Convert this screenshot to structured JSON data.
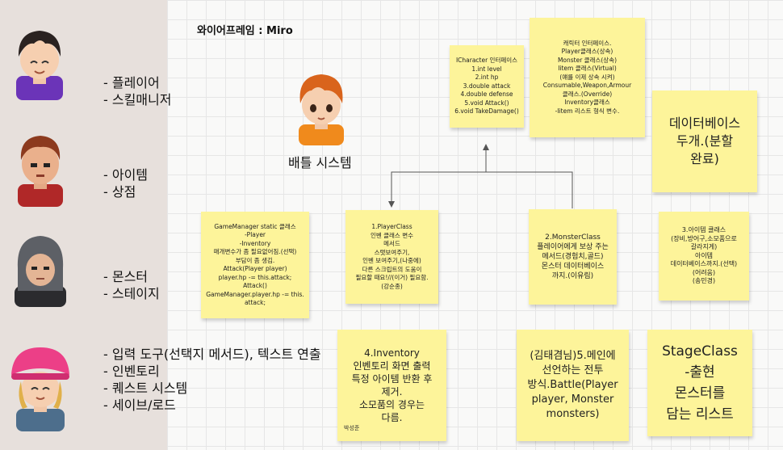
{
  "title": "와이어프레임 : Miro",
  "battle_label": "배틀 시스템",
  "roles": [
    [
      "플레이어",
      "스킬매니저"
    ],
    [
      "아이템",
      "상점"
    ],
    [
      "몬스터",
      "스테이지"
    ],
    [
      "입력 도구(선택지 메서드), 텍스트 연출",
      "인벤토리",
      "퀘스트 시스템",
      "세이브/로드"
    ]
  ],
  "notes": {
    "icharacter": [
      "ICharacter 인터페이스",
      "1.int level",
      "2.int hp",
      "3.double attack",
      "4.double defense",
      "5.void Attack()",
      "6.void TakeDamage()"
    ],
    "character_interface": [
      "캐릭터 인터페이스.",
      "Player클래스(상속)",
      "Monster 클래스(상속)",
      "Iitem 클래스(Virtual)",
      "(얘를 이제 상속 시켜)",
      "Consumable,Weapon,Armour",
      "클래스.(Override)",
      "Inventory클래스",
      "-Iitem 리스트 형식 변수."
    ],
    "database": [
      "데이터베이스",
      "두개.(분할",
      "완료)"
    ],
    "game_manager": [
      "GameManager static 클래스",
      "-Player",
      "-Inventory",
      "매개변수가 좀 필요없어짐.(선택)",
      "부담이 좀 생김.",
      "Attack(Player player)",
      "player.hp -= this.attack;",
      "Attack()",
      "GameManager.player.hp -= this.",
      "attack;"
    ],
    "player_class": [
      "1.PlayerClass",
      "인벤 클래스 변수",
      "메서드",
      "스탯보여주기,",
      "인벤 보여주기,(나중에)",
      "다른 스크립트의 도움이",
      "필요할 때요!//(이거) 필요함.",
      "(강순종)"
    ],
    "monster_class": [
      "2.MonsterClass",
      "플레이어에게 보상 주는",
      "메서드(경험치,골드)",
      "몬스터 데이터베이스",
      "까지.(이유림)"
    ],
    "item_class": [
      "3.아이템 클래스",
      "(장비,방어구,소모품으로",
      "갈라지게)",
      "아이템",
      "데이터베이스까지.(선택)",
      "(어려움)",
      "(송민경)"
    ],
    "inventory": [
      "4.Inventory",
      "인벤토리 화면 출력",
      "특정 아이템 반환 후",
      "제거.",
      "소모품의 경우는",
      "다름."
    ],
    "inventory_signature": "박성준",
    "battle_method": [
      "(김태겸님)5.메인에",
      "선언하는 전투",
      "방식.Battle(Player",
      "player, Monster",
      "monsters)"
    ],
    "stage_class": [
      "StageClass",
      "-출현",
      "몬스터를",
      "담는 리스트"
    ]
  },
  "colors": {
    "sticky_note": "#fdf49a",
    "left_panel": "#e7e0dc",
    "board": "#f9f9f8"
  }
}
